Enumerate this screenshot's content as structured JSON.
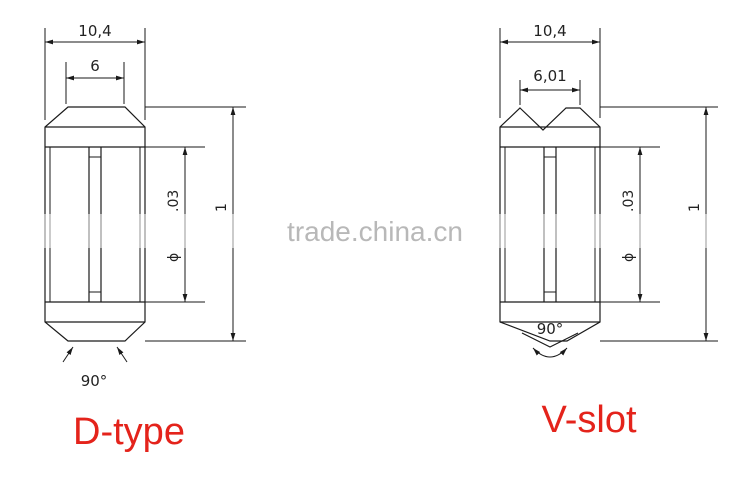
{
  "watermark": "trade.china.cn",
  "d_type": {
    "title": "D-type",
    "width_label": "10,4",
    "groove_label": "6",
    "bore_label_prefix": "ϕ",
    "bore_label_suffix": ".03",
    "height_label": "1",
    "angle_label": "90°"
  },
  "v_slot": {
    "title": "V-slot",
    "width_label": "10,4",
    "groove_label": "6,01",
    "bore_label_prefix": "ϕ",
    "bore_label_suffix": ".03",
    "height_label": "1",
    "angle_label": "90°"
  }
}
